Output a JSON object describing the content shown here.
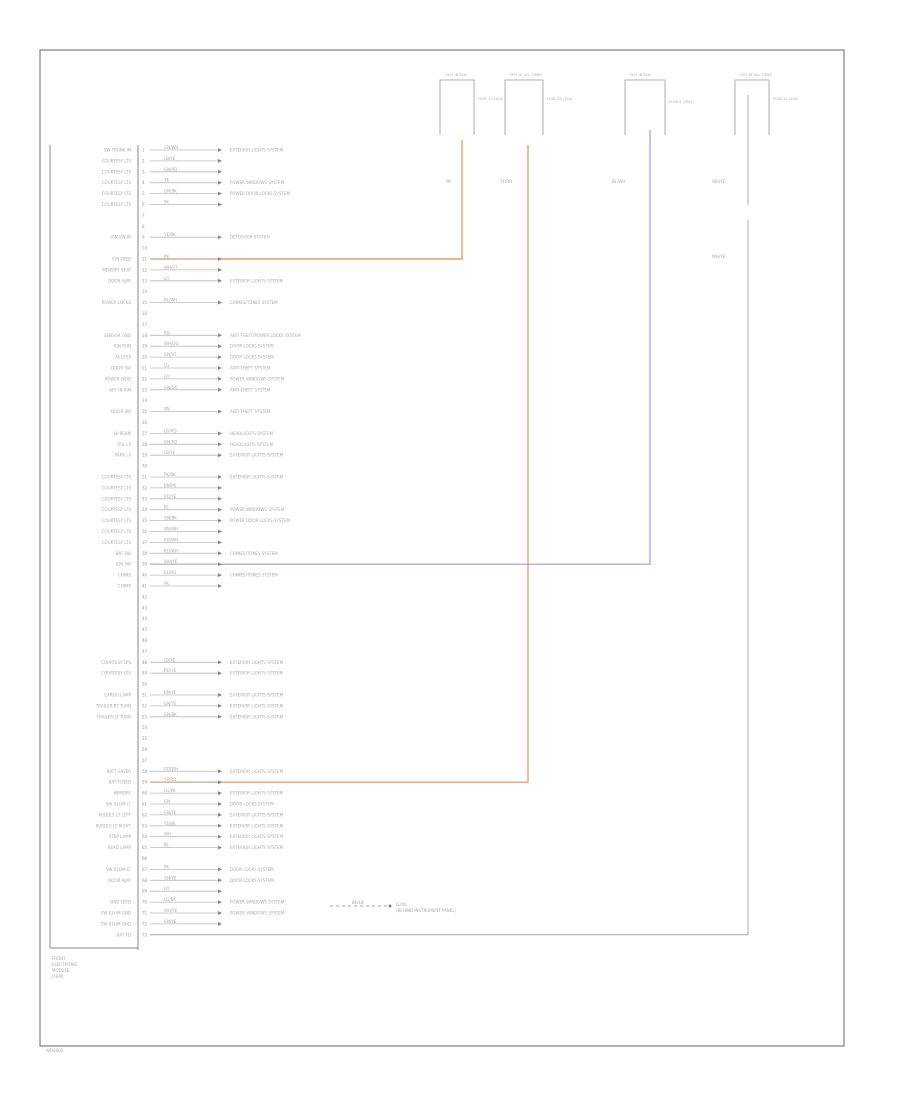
{
  "colors": {
    "frame": "#666666",
    "bus": "#888888",
    "pin_label": "#999999",
    "text": "#aaaaaa",
    "orange_wire": "#f0a060",
    "blue_wire": "#9999ee"
  },
  "footer_code": "WD0000",
  "module_label": [
    "FRONT",
    "ELECTRONIC",
    "MODULE",
    "(FEM)"
  ],
  "ground_label": [
    "G200",
    "(BEHIND INSTRUMENT PANEL)"
  ],
  "ground_wire": "BK/LB",
  "top_fuse_labels": [
    "HOT IN RUN",
    "HOT AT ALL TIMES",
    "HOT IN RUN",
    "HOT AT ALL TIMES"
  ],
  "top_fuse_notes": [
    "FUSE 12 (10A)",
    "FUSE 25 (15A)",
    "FUSE 5 (10A)",
    "FUSE 22 (10A)"
  ],
  "top_wire_colors": [
    "PK",
    "YE/RD",
    "BL/WH",
    "WH/YE",
    "WH/YE"
  ],
  "rows": [
    {
      "label": "SW TRUNK IN",
      "pin": "1",
      "color": "GN/WH",
      "note": "EXTERIOR LIGHTS SYSTEM"
    },
    {
      "label": "COURTESY LTS",
      "pin": "2",
      "color": "LB/YE",
      "note": ""
    },
    {
      "label": "COURTESY LTS",
      "pin": "3",
      "color": "GN/RD",
      "note": ""
    },
    {
      "label": "COURTESY LTS",
      "pin": "4",
      "color": "YE",
      "note": "POWER WINDOWS SYSTEM"
    },
    {
      "label": "COURTESY LTS",
      "pin": "5",
      "color": "GN/BK",
      "note": "POWER DOOR LOCKS SYSTEM"
    },
    {
      "label": "COURTESY LTS",
      "pin": "6",
      "color": "PK",
      "note": ""
    },
    {
      "label": "",
      "pin": "7",
      "color": "",
      "note": ""
    },
    {
      "label": "",
      "pin": "8",
      "color": "",
      "note": ""
    },
    {
      "label": "IGN SW IN",
      "pin": "9",
      "color": "YE/BK",
      "note": "DEFOGGER SYSTEM"
    },
    {
      "label": "",
      "pin": "10",
      "color": "",
      "note": ""
    },
    {
      "label": "IGN FEED",
      "pin": "11",
      "color": "PK",
      "note": ""
    },
    {
      "label": "MEMORY SEAT",
      "pin": "12",
      "color": "WH/VT",
      "note": ""
    },
    {
      "label": "DOOR AJAR",
      "pin": "13",
      "color": "GY",
      "note": "EXTERIOR LIGHTS SYSTEM"
    },
    {
      "label": "",
      "pin": "14",
      "color": "",
      "note": ""
    },
    {
      "label": "POWER LOCKS",
      "pin": "15",
      "color": "BL/WH",
      "note": "CHIMES/TONES SYSTEM"
    },
    {
      "label": "",
      "pin": "16",
      "color": "",
      "note": ""
    },
    {
      "label": "",
      "pin": "17",
      "color": "",
      "note": ""
    },
    {
      "label": "SENSOR GND",
      "pin": "18",
      "color": "RD",
      "note": "ANTI-THEFT/POWER LOCKS SYSTEM"
    },
    {
      "label": "IGN RUN",
      "pin": "19",
      "color": "WH/OG",
      "note": "DOOR LOCKS SYSTEM"
    },
    {
      "label": "ACCESS",
      "pin": "20",
      "color": "GN/VT",
      "note": "DOOR LOCKS SYSTEM"
    },
    {
      "label": "DOOR SW",
      "pin": "21",
      "color": "LG",
      "note": "ANTI-THEFT SYSTEM"
    },
    {
      "label": "POWER WDO",
      "pin": "22",
      "color": "GY",
      "note": "POWER WINDOWS SYSTEM"
    },
    {
      "label": "KEY IN IGN",
      "pin": "23",
      "color": "GN/OG",
      "note": "ANTI-THEFT SYSTEM"
    },
    {
      "label": "",
      "pin": "24",
      "color": "",
      "note": ""
    },
    {
      "label": "DOOR SW",
      "pin": "25",
      "color": "BN",
      "note": "ANTI-THEFT SYSTEM"
    },
    {
      "label": "",
      "pin": "26",
      "color": "",
      "note": ""
    },
    {
      "label": "HI BEAM",
      "pin": "27",
      "color": "LG/RD",
      "note": "HEADLIGHTS SYSTEM"
    },
    {
      "label": "TAIL LP",
      "pin": "28",
      "color": "GN/RD",
      "note": "HEADLIGHTS SYSTEM"
    },
    {
      "label": "PARK LP",
      "pin": "29",
      "color": "LB/YE",
      "note": "EXTERIOR LIGHTS SYSTEM"
    },
    {
      "label": "",
      "pin": "30",
      "color": "",
      "note": ""
    },
    {
      "label": "COURTESY LTS",
      "pin": "31",
      "color": "PK/BK",
      "note": "EXTERIOR LIGHTS SYSTEM"
    },
    {
      "label": "COURTESY LTS",
      "pin": "32",
      "color": "BN/PK",
      "note": ""
    },
    {
      "label": "COURTESY LTS",
      "pin": "33",
      "color": "RD/YE",
      "note": ""
    },
    {
      "label": "COURTESY LTS",
      "pin": "34",
      "color": "BL",
      "note": "POWER WINDOWS SYSTEM"
    },
    {
      "label": "COURTESY LTS",
      "pin": "35",
      "color": "GN/BK",
      "note": "POWER DOOR LOCKS SYSTEM"
    },
    {
      "label": "COURTESY LTS",
      "pin": "36",
      "color": "BN/WH",
      "note": ""
    },
    {
      "label": "COURTESY LTS",
      "pin": "37",
      "color": "RD/WH",
      "note": ""
    },
    {
      "label": "BAT SW",
      "pin": "38",
      "color": "RD/WH",
      "note": "CHIMES/TONES SYSTEM"
    },
    {
      "label": "IGN SW",
      "pin": "39",
      "color": "WH/YE",
      "note": ""
    },
    {
      "label": "CHIME",
      "pin": "40",
      "color": "BL/RD",
      "note": "CHIMES/TONES SYSTEM"
    },
    {
      "label": "CHIME",
      "pin": "41",
      "color": "PK",
      "note": ""
    },
    {
      "label": "",
      "pin": "42",
      "color": "",
      "note": ""
    },
    {
      "label": "",
      "pin": "43",
      "color": "",
      "note": ""
    },
    {
      "label": "",
      "pin": "44",
      "color": "",
      "note": ""
    },
    {
      "label": "",
      "pin": "45",
      "color": "",
      "note": ""
    },
    {
      "label": "",
      "pin": "46",
      "color": "",
      "note": ""
    },
    {
      "label": "",
      "pin": "47",
      "color": "",
      "note": ""
    },
    {
      "label": "COURTESY LPS",
      "pin": "48",
      "color": "LB/YE",
      "note": "EXTERIOR LIGHTS SYSTEM"
    },
    {
      "label": "COURTESY LPS",
      "pin": "49",
      "color": "RD/YE",
      "note": "EXTERIOR LIGHTS SYSTEM"
    },
    {
      "label": "",
      "pin": "50",
      "color": "",
      "note": ""
    },
    {
      "label": "CARGO LAMP",
      "pin": "51",
      "color": "BN/YE",
      "note": "EXTERIOR LIGHTS SYSTEM"
    },
    {
      "label": "TRAILER RT TURN",
      "pin": "52",
      "color": "GN/YE",
      "note": "EXTERIOR LIGHTS SYSTEM"
    },
    {
      "label": "TRAILER LT TURN",
      "pin": "53",
      "color": "GN/BK",
      "note": "EXTERIOR LIGHTS SYSTEM"
    },
    {
      "label": "",
      "pin": "54",
      "color": "",
      "note": ""
    },
    {
      "label": "",
      "pin": "55",
      "color": "",
      "note": ""
    },
    {
      "label": "",
      "pin": "56",
      "color": "",
      "note": ""
    },
    {
      "label": "",
      "pin": "57",
      "color": "",
      "note": ""
    },
    {
      "label": "BATT SAVER",
      "pin": "58",
      "color": "RD/WH",
      "note": "EXTERIOR LIGHTS SYSTEM"
    },
    {
      "label": "BAT FUSED",
      "pin": "59",
      "color": "YE/RD",
      "note": ""
    },
    {
      "label": "MEMORY",
      "pin": "60",
      "color": "LG/PK",
      "note": "EXTERIOR LIGHTS SYSTEM"
    },
    {
      "label": "SW ILLUM LT",
      "pin": "61",
      "color": "GN",
      "note": "DOOR LOCKS SYSTEM"
    },
    {
      "label": "PUDDLE LT LEFT",
      "pin": "62",
      "color": "GN/YE",
      "note": "EXTERIOR LIGHTS SYSTEM"
    },
    {
      "label": "PUDDLE LT RIGHT",
      "pin": "63",
      "color": "YE/BK",
      "note": "EXTERIOR LIGHTS SYSTEM"
    },
    {
      "label": "STEP LAMP",
      "pin": "64",
      "color": "WH",
      "note": "EXTERIOR LIGHTS SYSTEM"
    },
    {
      "label": "READ LAMP",
      "pin": "65",
      "color": "BL",
      "note": "EXTERIOR LIGHTS SYSTEM"
    },
    {
      "label": "",
      "pin": "66",
      "color": "",
      "note": ""
    },
    {
      "label": "SW ILLUM LT",
      "pin": "67",
      "color": "PK",
      "note": "DOOR LOCKS SYSTEM"
    },
    {
      "label": "DOOR AJAR",
      "pin": "68",
      "color": "GN/YE",
      "note": "DOOR LOCKS SYSTEM"
    },
    {
      "label": "",
      "pin": "69",
      "color": "GY",
      "note": ""
    },
    {
      "label": "GND FEED",
      "pin": "70",
      "color": "LG/BK",
      "note": "POWER WINDOWS SYSTEM"
    },
    {
      "label": "SW ILLUM GND",
      "pin": "71",
      "color": "WH/YE",
      "note": "POWER WINDOWS SYSTEM"
    },
    {
      "label": "SW ILLUM GND",
      "pin": "72",
      "color": "GN/YE",
      "note": ""
    },
    {
      "label": "BAT FD",
      "pin": "73",
      "color": "",
      "note": ""
    }
  ]
}
